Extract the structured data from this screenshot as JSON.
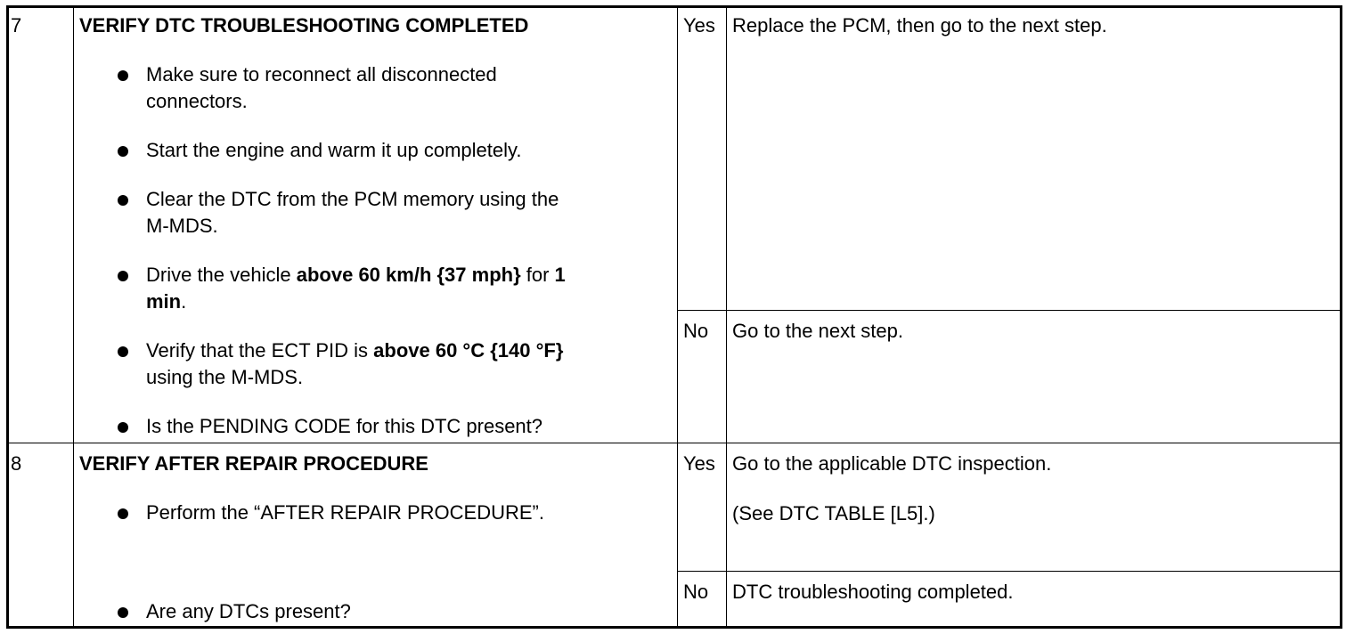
{
  "rows": [
    {
      "step": "7",
      "title": "VERIFY DTC TROUBLESHOOTING COMPLETED",
      "bullets": [
        {
          "line1": "Make sure to reconnect all disconnected",
          "line2": "connectors."
        },
        {
          "line1": "Start the engine and warm it up completely."
        },
        {
          "line1": "Clear the DTC from the PCM memory using the",
          "line2": "M-MDS."
        },
        {
          "pre": "Drive the vehicle ",
          "bold1": "above 60 km/h {37 mph}",
          "mid": " for ",
          "bold2": "1",
          "line2bold": "min",
          "line2rest": "."
        },
        {
          "pre": "Verify that the ECT PID is ",
          "bold1": "above 60 °C {140 °F}",
          "line2": "using the M-MDS."
        },
        {
          "line1": "Is the PENDING CODE for this DTC present?"
        }
      ],
      "yes_label": "Yes",
      "yes_action": "Replace the PCM, then go to the next step.",
      "no_label": "No",
      "no_action": "Go to the next step."
    },
    {
      "step": "8",
      "title": "VERIFY AFTER REPAIR PROCEDURE",
      "bullets": [
        {
          "line1": "Perform the “AFTER REPAIR PROCEDURE”."
        },
        {
          "line1": "Are any DTCs present?"
        }
      ],
      "yes_label": "Yes",
      "yes_action": "Go to the applicable DTC inspection.",
      "yes_note": "(See DTC TABLE [L5].)",
      "no_label": "No",
      "no_action": "DTC troubleshooting completed."
    }
  ]
}
